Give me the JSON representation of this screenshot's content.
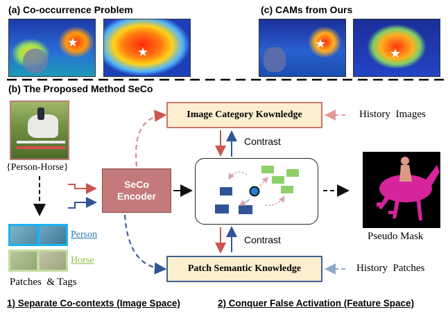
{
  "panel_a": {
    "title": "(a) Co-occurrence Problem"
  },
  "panel_c": {
    "title": "(c) CAMs from Ours"
  },
  "panel_b": {
    "title": "(b) The Proposed Method SeCo"
  },
  "input": {
    "caption": "{Person-Horse}"
  },
  "patches": {
    "person_tag": "Person",
    "horse_tag": "Horse",
    "caption": "Patches  & Tags"
  },
  "encoder": {
    "line1": "SeCo",
    "line2": "Encoder"
  },
  "image_knowledge": {
    "label": "Image Category Kownledge"
  },
  "patch_knowledge": {
    "label": "Patch Semantic Knowledge"
  },
  "contrast_top": "Contrast",
  "contrast_bottom": "Contrast",
  "history_images": "History  Images",
  "history_patches": "History  Patches",
  "output": {
    "caption": "Pseudo Mask"
  },
  "footer": {
    "step1": "1) Separate Co-contexts (Image Space)",
    "step2": "2) Conquer False Activation (Feature Space)"
  },
  "colors": {
    "encoder": "#c47a7a",
    "image_box_border": "#c9766a",
    "patch_box_border": "#3f5f95",
    "box_fill": "#fcefd0",
    "red_arrow": "#c9564f",
    "blue_arrow": "#2f5597",
    "person_tag": "#2e75b6",
    "horse_tag": "#8dc04d",
    "mask_magenta": "#d6249c"
  }
}
